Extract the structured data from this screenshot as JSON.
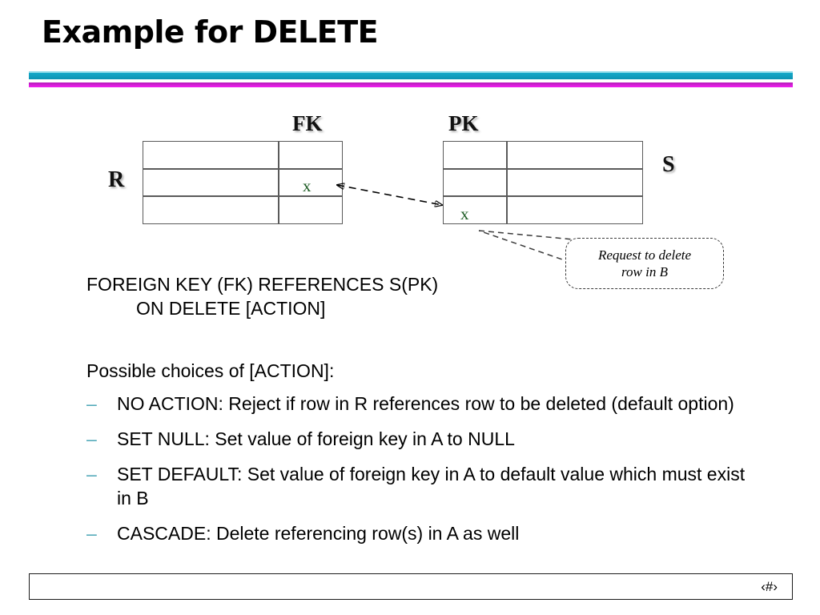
{
  "slide": {
    "title": "Example for DELETE",
    "accent_teal": "#16a9c9",
    "accent_magenta": "#e01ee6",
    "mark_green": "#1d5c24",
    "bullet_dash_color": "#4fa8b8"
  },
  "diagram": {
    "left_table": {
      "name": "R",
      "name_label": "R",
      "column_header": "FK",
      "rows": 3,
      "columns": 2,
      "marked_cell": {
        "row": 2,
        "column": 2,
        "value": "x"
      }
    },
    "right_table": {
      "name": "S",
      "name_label": "S",
      "column_header": "PK",
      "rows": 3,
      "columns": 2,
      "marked_cell": {
        "row": 3,
        "column": 1,
        "value": "x"
      }
    },
    "connector": {
      "style": "dashed",
      "arrowheads": "both"
    },
    "callout": {
      "line1": "Request to delete",
      "line2": "row in B",
      "style": "dashed-rounded"
    }
  },
  "body": {
    "fk_statement_line1": "FOREIGN KEY (FK) REFERENCES S(PK)",
    "fk_statement_line2": "ON DELETE [ACTION]",
    "choices_heading": "Possible choices of [ACTION]:",
    "bullet_dash": "–",
    "bullets": [
      "NO ACTION:  Reject if row in R references row to be deleted (default option)",
      "SET NULL: Set value of foreign key in A to NULL",
      "SET DEFAULT: Set value of foreign key in A to default value which must exist in B",
      "CASCADE:  Delete referencing row(s) in A as well"
    ]
  },
  "footer": {
    "page_number": "‹#›"
  }
}
